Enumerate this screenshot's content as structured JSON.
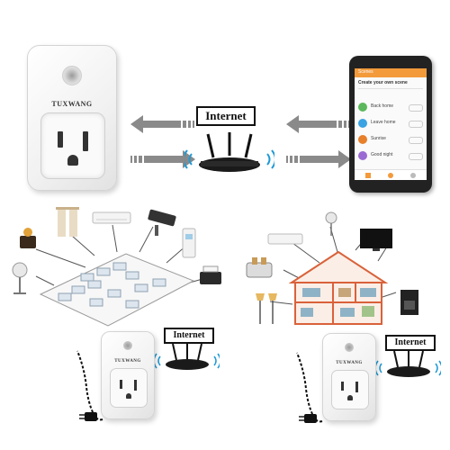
{
  "colors": {
    "phone_header": "#f39a3b",
    "phone_body": "#222222",
    "arrow_fill": "#8a8a8a",
    "wifi_blue": "#1f9ad6",
    "scene_icons": [
      "#5cb85c",
      "#3aa3e3",
      "#e87f2a",
      "#9b6bd3"
    ]
  },
  "top_plug": {
    "brand": "TUXWANG"
  },
  "router_label": "Internet",
  "phone": {
    "header_title": "Scenes",
    "prompt": "Create your own scene",
    "scenes": [
      {
        "label": "Back home"
      },
      {
        "label": "Leave home"
      },
      {
        "label": "Sunrise"
      },
      {
        "label": "Good night"
      }
    ]
  },
  "office_scene": {
    "label": "Internet",
    "plug_brand": "TUXWANG"
  },
  "home_scene": {
    "label": "Internet",
    "plug_brand": "TUXWANG"
  },
  "icons": [
    "wifi-icon",
    "router-icon",
    "fan-icon",
    "lamp-icon",
    "camera-icon",
    "printer-icon",
    "air-conditioner-icon",
    "tv-icon",
    "toaster-icon",
    "coffee-maker-icon",
    "floor-lamp-icon",
    "water-dispenser-icon",
    "curtain-icon",
    "office-building-icon",
    "house-icon",
    "power-cord-icon"
  ]
}
